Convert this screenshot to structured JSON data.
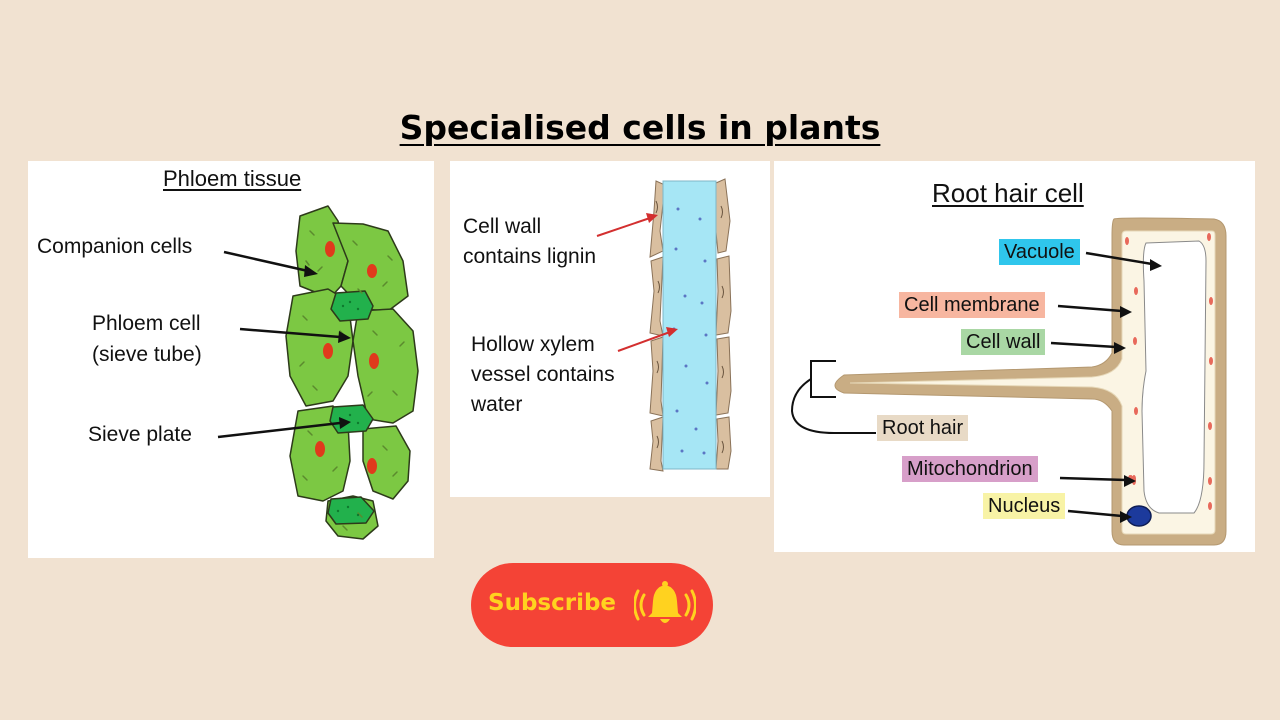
{
  "title": "Specialised cells in plants",
  "phloem": {
    "title": "Phloem tissue",
    "labels": {
      "companion": "Companion cells",
      "phloem_cell_1": "Phloem cell",
      "phloem_cell_2": "(sieve tube)",
      "sieve_plate": "Sieve plate"
    }
  },
  "xylem": {
    "labels": {
      "cell_wall_1": "Cell wall",
      "cell_wall_2": "contains lignin",
      "hollow_1": "Hollow xylem",
      "hollow_2": "vessel contains",
      "hollow_3": "water"
    }
  },
  "root": {
    "title": "Root hair cell",
    "labels": {
      "vacuole": "Vacuole",
      "cell_membrane": "Cell membrane",
      "cell_wall": "Cell wall",
      "root_hair": "Root hair",
      "mitochondrion": "Mitochondrion",
      "nucleus": "Nucleus"
    },
    "tag_colors": {
      "vacuole": "#2fc6ec",
      "cell_membrane": "#f7b6a0",
      "cell_wall": "#a9d7a4",
      "root_hair": "#e8dac6",
      "mitochondrion": "#d79fc9",
      "nucleus": "#f8f3a6"
    }
  },
  "subscribe": {
    "label": "Subscribe",
    "icon": "bell-icon"
  }
}
